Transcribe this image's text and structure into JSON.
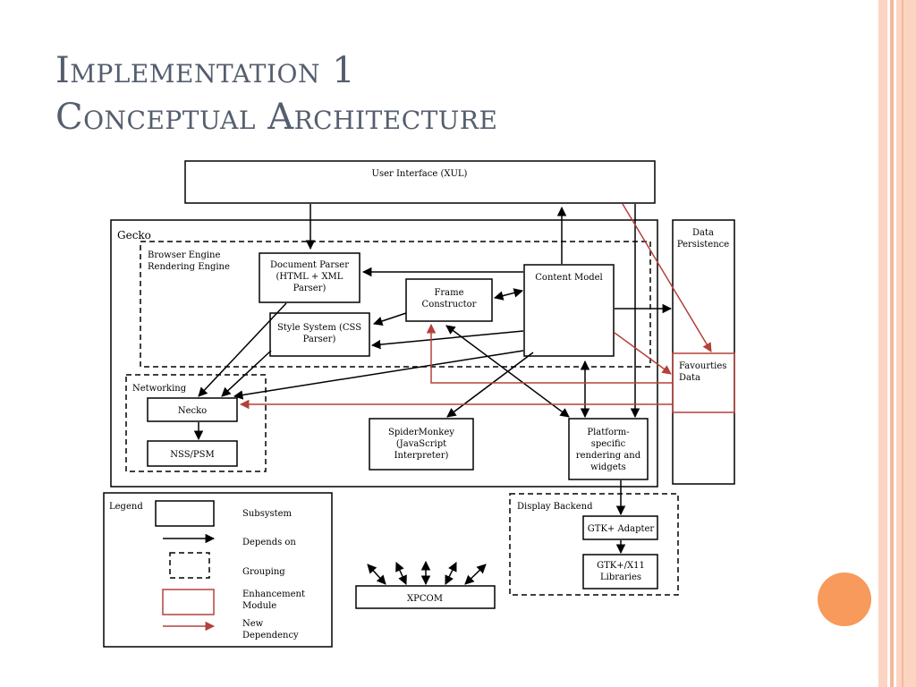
{
  "slide": {
    "title_line1": "Implementation 1",
    "title_line2": "Conceptual Architecture"
  },
  "diagram": {
    "ui": "User Interface (XUL)",
    "gecko": "Gecko",
    "browser_engine_1": "Browser Engine",
    "browser_engine_2": "Rendering Engine",
    "document_parser": [
      "Document Parser",
      "(HTML + XML",
      "Parser)"
    ],
    "frame_constructor": [
      "Frame",
      "Constructor"
    ],
    "content_model": "Content Model",
    "style_system": [
      "Style System (CSS",
      "Parser)"
    ],
    "networking": "Networking",
    "necko": "Necko",
    "nss": "NSS/PSM",
    "spidermonkey": [
      "SpiderMonkey",
      "(JavaScript",
      "Interpreter)"
    ],
    "platform": [
      "Platform-",
      "specific",
      "rendering and",
      "widgets"
    ],
    "data_persistence": [
      "Data",
      "Persistence"
    ],
    "favourites": [
      "Favourties",
      "Data"
    ],
    "display_backend": "Display Backend",
    "gtk_adapter": "GTK+ Adapter",
    "gtk_libraries": [
      "GTK+/X11",
      "Libraries"
    ],
    "xpcom": "XPCOM"
  },
  "legend": {
    "title": "Legend",
    "subsystem": "Subsystem",
    "depends_on": "Depends on",
    "grouping": "Grouping",
    "enhancement": [
      "Enhancement",
      "Module"
    ],
    "new_dependency": [
      "New",
      "Dependency"
    ]
  },
  "colors": {
    "accent_orange": "#f79a5c",
    "deco_peach": "#fbd5c2",
    "title_gray": "#555e6e",
    "enhancement_red": "#b5403a"
  }
}
